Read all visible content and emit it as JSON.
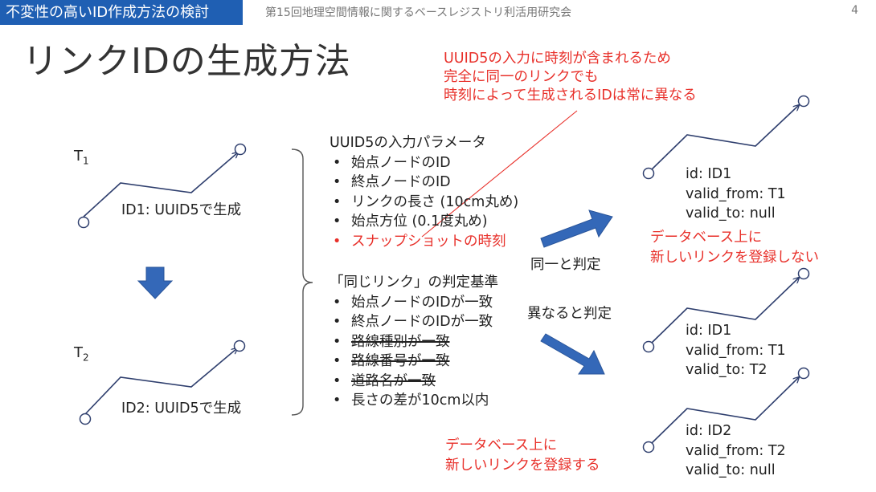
{
  "header": {
    "title": "不変性の高いID作成方法の検討",
    "subtitle": "第15回地理空間情報に関するベースレジストリ利活用研究会",
    "page_number": "4"
  },
  "main_title": "リンクIDの生成方法",
  "note_time": [
    "UUID5の入力に時刻が含まれるため",
    "完全に同一のリンクでも",
    "時刻によって生成されるIDは常に異なる"
  ],
  "left": {
    "t1_label": "T",
    "t1_sub": "1",
    "t2_label": "T",
    "t2_sub": "2",
    "id1_text": "ID1: UUID5で生成",
    "id2_text": "ID2: UUID5で生成"
  },
  "params": {
    "heading": "UUID5の入力パラメータ",
    "items": [
      {
        "text": "始点ノードのID",
        "highlight": false
      },
      {
        "text": "終点ノードのID",
        "highlight": false
      },
      {
        "text": "リンクの長さ (10cm丸め)",
        "highlight": false
      },
      {
        "text": "始点方位 (0.1度丸め)",
        "highlight": false
      },
      {
        "text": "スナップショットの時刻",
        "highlight": true
      }
    ]
  },
  "criteria": {
    "heading": "「同じリンク」の判定基準",
    "items": [
      {
        "text": "始点ノードのIDが一致",
        "struck": false
      },
      {
        "text": "終点ノードのIDが一致",
        "struck": false
      },
      {
        "text": "路線種別が一致",
        "struck": true
      },
      {
        "text": "路線番号が一致",
        "struck": true
      },
      {
        "text": "道路名が一致",
        "struck": true
      },
      {
        "text": "長さの差が10cm以内",
        "struck": false
      }
    ]
  },
  "judgement": {
    "same_label": "同一と判定",
    "different_label": "異なると判定"
  },
  "results": {
    "top": [
      "id: ID1",
      "valid_from: T1",
      "valid_to: null"
    ],
    "middle": [
      "id: ID1",
      "valid_from: T1",
      "valid_to: T2"
    ],
    "bottom": [
      "id: ID2",
      "valid_from: T2",
      "valid_to: null"
    ]
  },
  "notes": {
    "no_register": [
      "データベース上に",
      "新しいリンクを登録しない"
    ],
    "register": [
      "データベース上に",
      "新しいリンクを登録する"
    ]
  },
  "colors": {
    "header_bg": "#1f5fb3",
    "accent_red": "#e8302a",
    "arrow_blue": "#3468b8",
    "line_navy": "#2f3f6e"
  }
}
